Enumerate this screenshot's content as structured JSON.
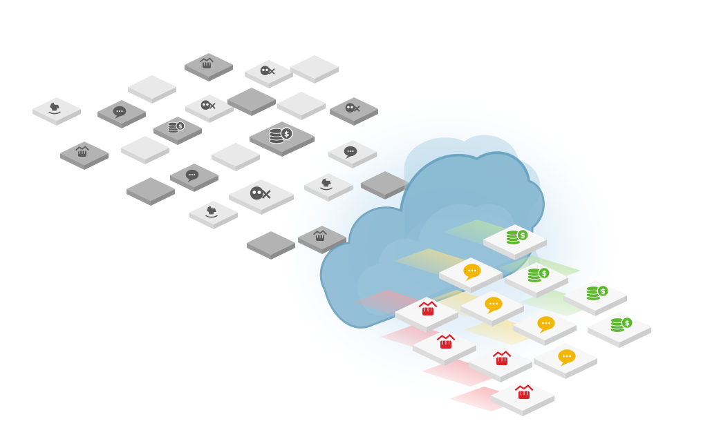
{
  "colors": {
    "background": "#ffffff",
    "raw_doc_dark": "#b3b3b3",
    "raw_doc_light": "#e9e9e9",
    "raw_icon": "#5a5a5a",
    "cloud": "#7cb1cc",
    "cloud_edge": "#5a93b3",
    "cloud_glow": "#d8eaf6",
    "threat": "#d9222a",
    "chat": "#f2b705",
    "finance": "#5cb82e",
    "output_doc": "#f7f7f7"
  },
  "raw_documents": [
    {
      "tone": "dark",
      "icon": "fist-shield-icon"
    },
    {
      "tone": "light",
      "icon": "skull-crossbones-icon"
    },
    {
      "tone": "light",
      "icon": "none"
    },
    {
      "tone": "light",
      "icon": "none"
    },
    {
      "tone": "light",
      "icon": "skull-crossbones-icon"
    },
    {
      "tone": "dark",
      "icon": "none"
    },
    {
      "tone": "light",
      "icon": "none"
    },
    {
      "tone": "dark",
      "icon": "skull-crossbones-icon"
    },
    {
      "tone": "light",
      "icon": "rocking-horse-icon"
    },
    {
      "tone": "dark",
      "icon": "chat-bubble-icon"
    },
    {
      "tone": "dark",
      "icon": "coin-stack-icon"
    },
    {
      "tone": "dark",
      "icon": "coin-stack-icon"
    },
    {
      "tone": "dark",
      "icon": "fist-shield-icon"
    },
    {
      "tone": "light",
      "icon": "none"
    },
    {
      "tone": "light",
      "icon": "none"
    },
    {
      "tone": "light",
      "icon": "chat-bubble-icon"
    },
    {
      "tone": "dark",
      "icon": "chat-bubble-icon"
    },
    {
      "tone": "dark",
      "icon": "none"
    },
    {
      "tone": "light",
      "icon": "skull-crossbones-icon"
    },
    {
      "tone": "light",
      "icon": "rocking-horse-icon"
    },
    {
      "tone": "light",
      "icon": "rocking-horse-icon"
    },
    {
      "tone": "dark",
      "icon": "none"
    },
    {
      "tone": "dark",
      "icon": "fist-shield-icon"
    },
    {
      "tone": "dark",
      "icon": "none"
    }
  ],
  "cloud": {
    "icon": "cloud-icon"
  },
  "output_documents": [
    {
      "category": "finance",
      "icon": "coin-stack-icon"
    },
    {
      "category": "finance",
      "icon": "coin-stack-icon"
    },
    {
      "category": "finance",
      "icon": "coin-stack-icon"
    },
    {
      "category": "finance",
      "icon": "coin-stack-icon"
    },
    {
      "category": "chat",
      "icon": "chat-bubble-icon"
    },
    {
      "category": "chat",
      "icon": "chat-bubble-icon"
    },
    {
      "category": "chat",
      "icon": "chat-bubble-icon"
    },
    {
      "category": "chat",
      "icon": "chat-bubble-icon"
    },
    {
      "category": "threat",
      "icon": "fist-shield-icon"
    },
    {
      "category": "threat",
      "icon": "fist-shield-icon"
    },
    {
      "category": "threat",
      "icon": "fist-shield-icon"
    },
    {
      "category": "threat",
      "icon": "fist-shield-icon"
    }
  ]
}
